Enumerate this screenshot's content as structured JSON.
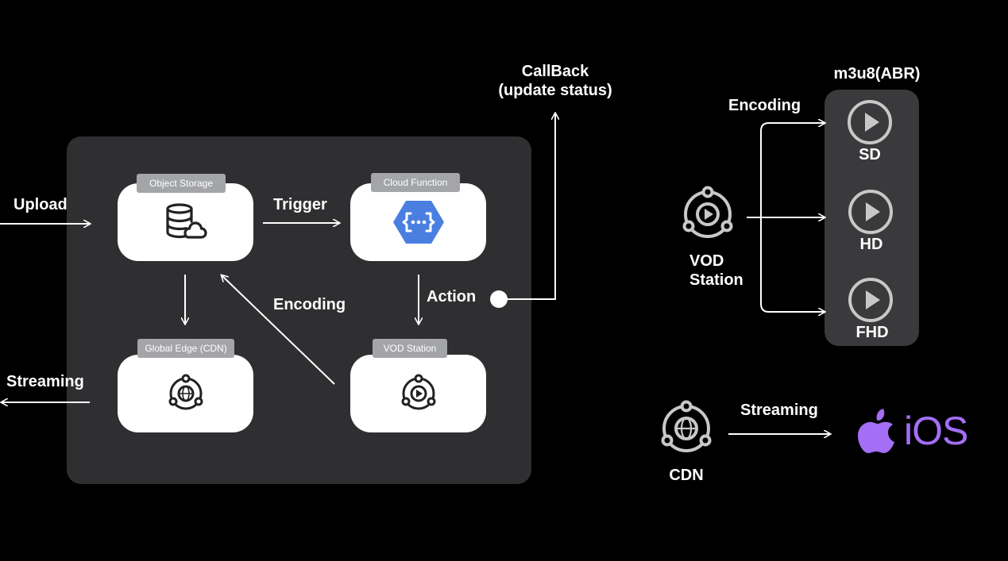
{
  "left_diagram": {
    "upload_label": "Upload",
    "streaming_label": "Streaming",
    "trigger_label": "Trigger",
    "encoding_label": "Encoding",
    "action_label": "Action",
    "callback_label_line1": "CallBack",
    "callback_label_line2": "(update status)",
    "nodes": {
      "object_storage": {
        "tag": "Object Storage",
        "icon": "database-cloud-icon"
      },
      "cloud_function": {
        "tag": "Cloud Function",
        "icon": "cloud-function-icon"
      },
      "global_edge": {
        "tag": "Global Edge (CDN)",
        "icon": "globe-orbit-icon"
      },
      "vod_station": {
        "tag": "VOD Station",
        "icon": "play-orbit-icon"
      }
    }
  },
  "right_diagram": {
    "vod_station_line1": "VOD",
    "vod_station_line2": "Station",
    "encoding_label": "Encoding",
    "abr_title": "m3u8(ABR)",
    "qualities": [
      "SD",
      "HD",
      "FHD"
    ],
    "cdn_label": "CDN",
    "streaming_label": "Streaming",
    "ios_label": "iOS"
  },
  "colors": {
    "background": "#000000",
    "panel": "#2f2f31",
    "node": "#ffffff",
    "tag": "#a4a5a8",
    "abr_panel": "#3a3a3c",
    "cloud_function_blue": "#4a7fe0",
    "ios_purple": "#a46ef5"
  }
}
